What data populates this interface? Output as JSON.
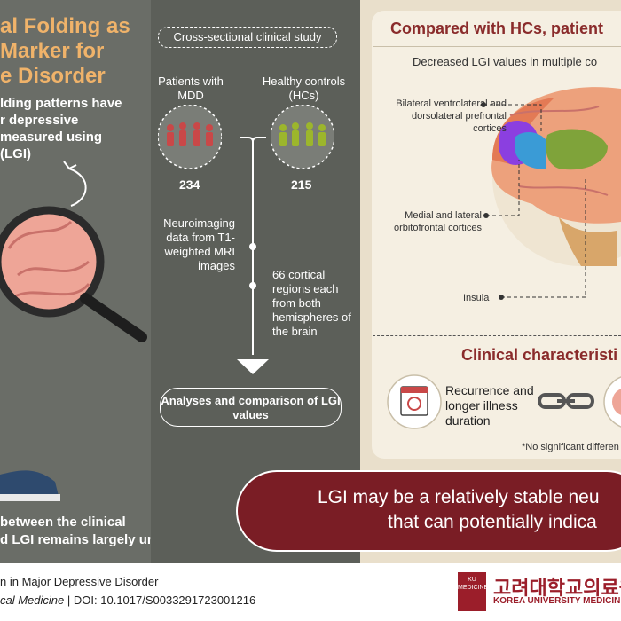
{
  "title": {
    "line1": "al Folding as",
    "line2": "Marker for",
    "line3": "e Disorder"
  },
  "left": {
    "body_lines": [
      "lding patterns have",
      "r depressive",
      " measured using",
      "(LGI)"
    ],
    "bottom_lines": [
      "between the clinical",
      "d LGI remains largely unknown"
    ]
  },
  "study": {
    "label": "Cross-sectional clinical study",
    "patients_label": "Patients with MDD",
    "patients_count": "234",
    "controls_label": "Healthy controls (HCs)",
    "controls_count": "215",
    "neuro_text": "Neuroimaging data from T1-weighted MRI images",
    "regions_text": "66 cortical regions each from both hemispheres of the brain",
    "analysis_text": "Analyses and comparison of LGI values"
  },
  "findings": {
    "heading": "Compared with HCs, patient",
    "subheading": "Decreased LGI values in multiple co",
    "label_prefrontal": "Bilateral ventrolateral and dorsolateral prefrontal cortices",
    "label_orbitofrontal": "Medial and lateral orbitofrontal cortices",
    "label_insula": "Insula"
  },
  "clinical": {
    "heading": "Clinical characteristi",
    "recurrence_text": "Recurrence and longer illness duration",
    "footnote": "*No significant differen"
  },
  "conclusion": {
    "line1": "LGI may be a relatively stable neu",
    "line2": "that can potentially indica"
  },
  "reference": {
    "line1": "n in Major Depressive Disorder",
    "journal": "cal Medicine",
    "separator": "|",
    "doi": "DOI: 10.1017/S0033291723001216"
  },
  "institution": {
    "korean": "고려대학교의료원",
    "english": "KOREA UNIVERSITY MEDICINE",
    "badge": "KU MEDICINE"
  },
  "colors": {
    "title_orange": "#f0b36a",
    "heading_red": "#8a2b2b",
    "patients_red": "#c94848",
    "controls_green": "#9cb62c",
    "conclusion_bg": "#7a1d25"
  }
}
